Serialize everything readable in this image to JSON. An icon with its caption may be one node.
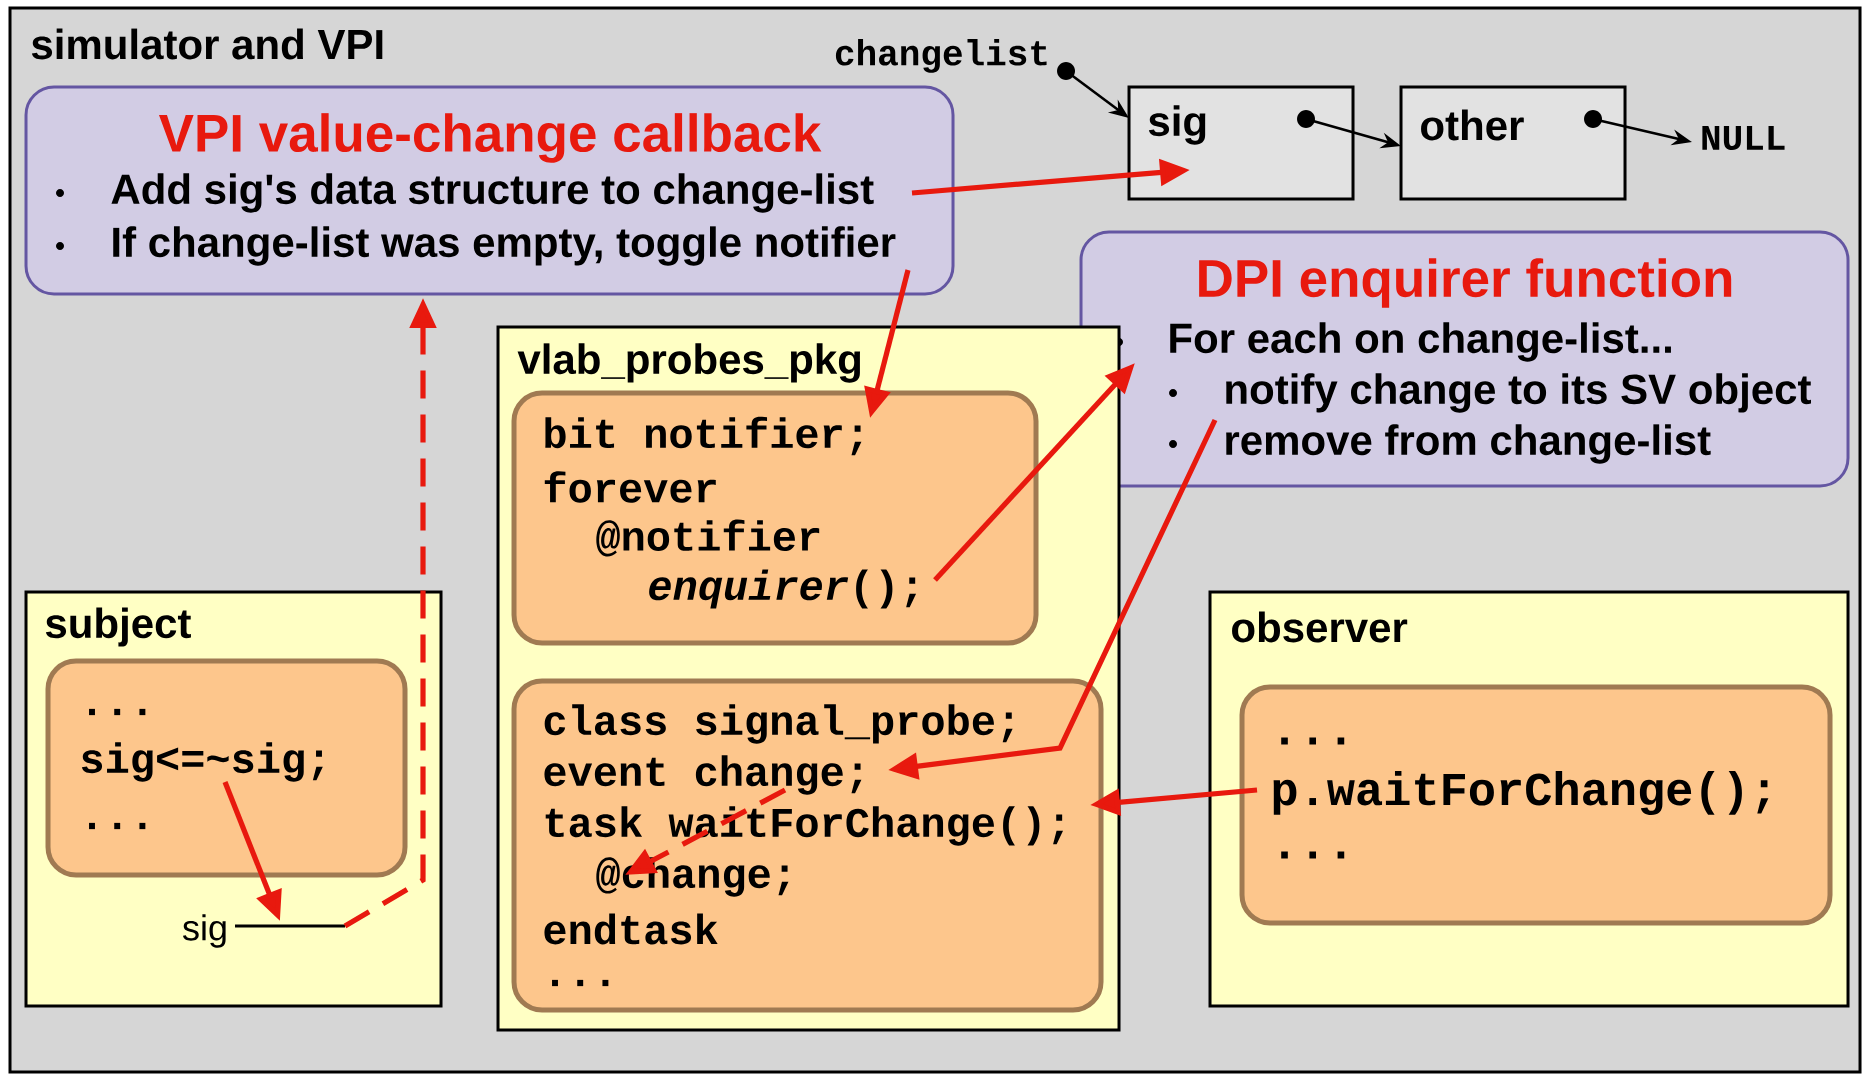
{
  "diagram": {
    "nodes": [
      {
        "text": [
          "simulator and VPI"
        ]
      },
      {
        "text": [
          "VPI value-change callback",
          "Add sig's data structure to change-list",
          "If change-list was empty, toggle notifier"
        ],
        "in": 0
      },
      {
        "text": [
          "changelist"
        ],
        "in": 0
      },
      {
        "text": [
          "sig"
        ],
        "in": 0
      },
      {
        "text": [
          "other"
        ],
        "in": 0
      },
      {
        "text": [
          "NULL"
        ],
        "in": 0
      },
      {
        "text": [
          "DPI enquirer function",
          "For each on change-list...",
          "notify change to its SV object",
          "remove from change-list"
        ],
        "in": 0
      },
      {
        "text": [
          "vlab_probes_pkg"
        ],
        "in": 0
      },
      {
        "text": [
          "bit notifier;",
          "forever",
          "@notifier",
          "*enquirer*();"
        ],
        "in": 7
      },
      {
        "text": [
          "class signal_probe;",
          "event change;",
          "task waitForChange();",
          "@change;",
          "endtask",
          "..."
        ],
        "in": 7
      },
      {
        "text": [
          "subject"
        ],
        "in": 0
      },
      {
        "text": [
          "...",
          "sig<=~sig;",
          "..."
        ],
        "in": 10
      },
      {
        "text": [
          "sig"
        ],
        "in": 10
      },
      {
        "text": [
          "observer"
        ],
        "in": 0
      },
      {
        "text": [
          "...",
          "p.waitForChange();",
          "..."
        ],
        "in": 13
      }
    ],
    "edges": [
      {
        "from": 2,
        "to": 3,
        "arrow": "to",
        "color": "#000000"
      },
      {
        "from": 3,
        "to": 4,
        "arrow": "to",
        "color": "#000000"
      },
      {
        "from": 4,
        "to": 5,
        "arrow": "to",
        "color": "#000000"
      },
      {
        "from": 1,
        "to": 3,
        "arrow": "to"
      },
      {
        "from": 1,
        "to": 8,
        "arrow": "to"
      },
      {
        "from": 8,
        "to": 6,
        "arrow": "to"
      },
      {
        "from": 6,
        "to": 9,
        "arrow": "to"
      },
      {
        "from": 9,
        "to": 9,
        "arrow": "to",
        "style": "dashed"
      },
      {
        "from": 14,
        "to": 9,
        "arrow": "to"
      },
      {
        "from": 11,
        "to": 12,
        "arrow": "to"
      },
      {
        "from": 12,
        "to": 1,
        "arrow": "to",
        "style": "dashed"
      }
    ]
  }
}
